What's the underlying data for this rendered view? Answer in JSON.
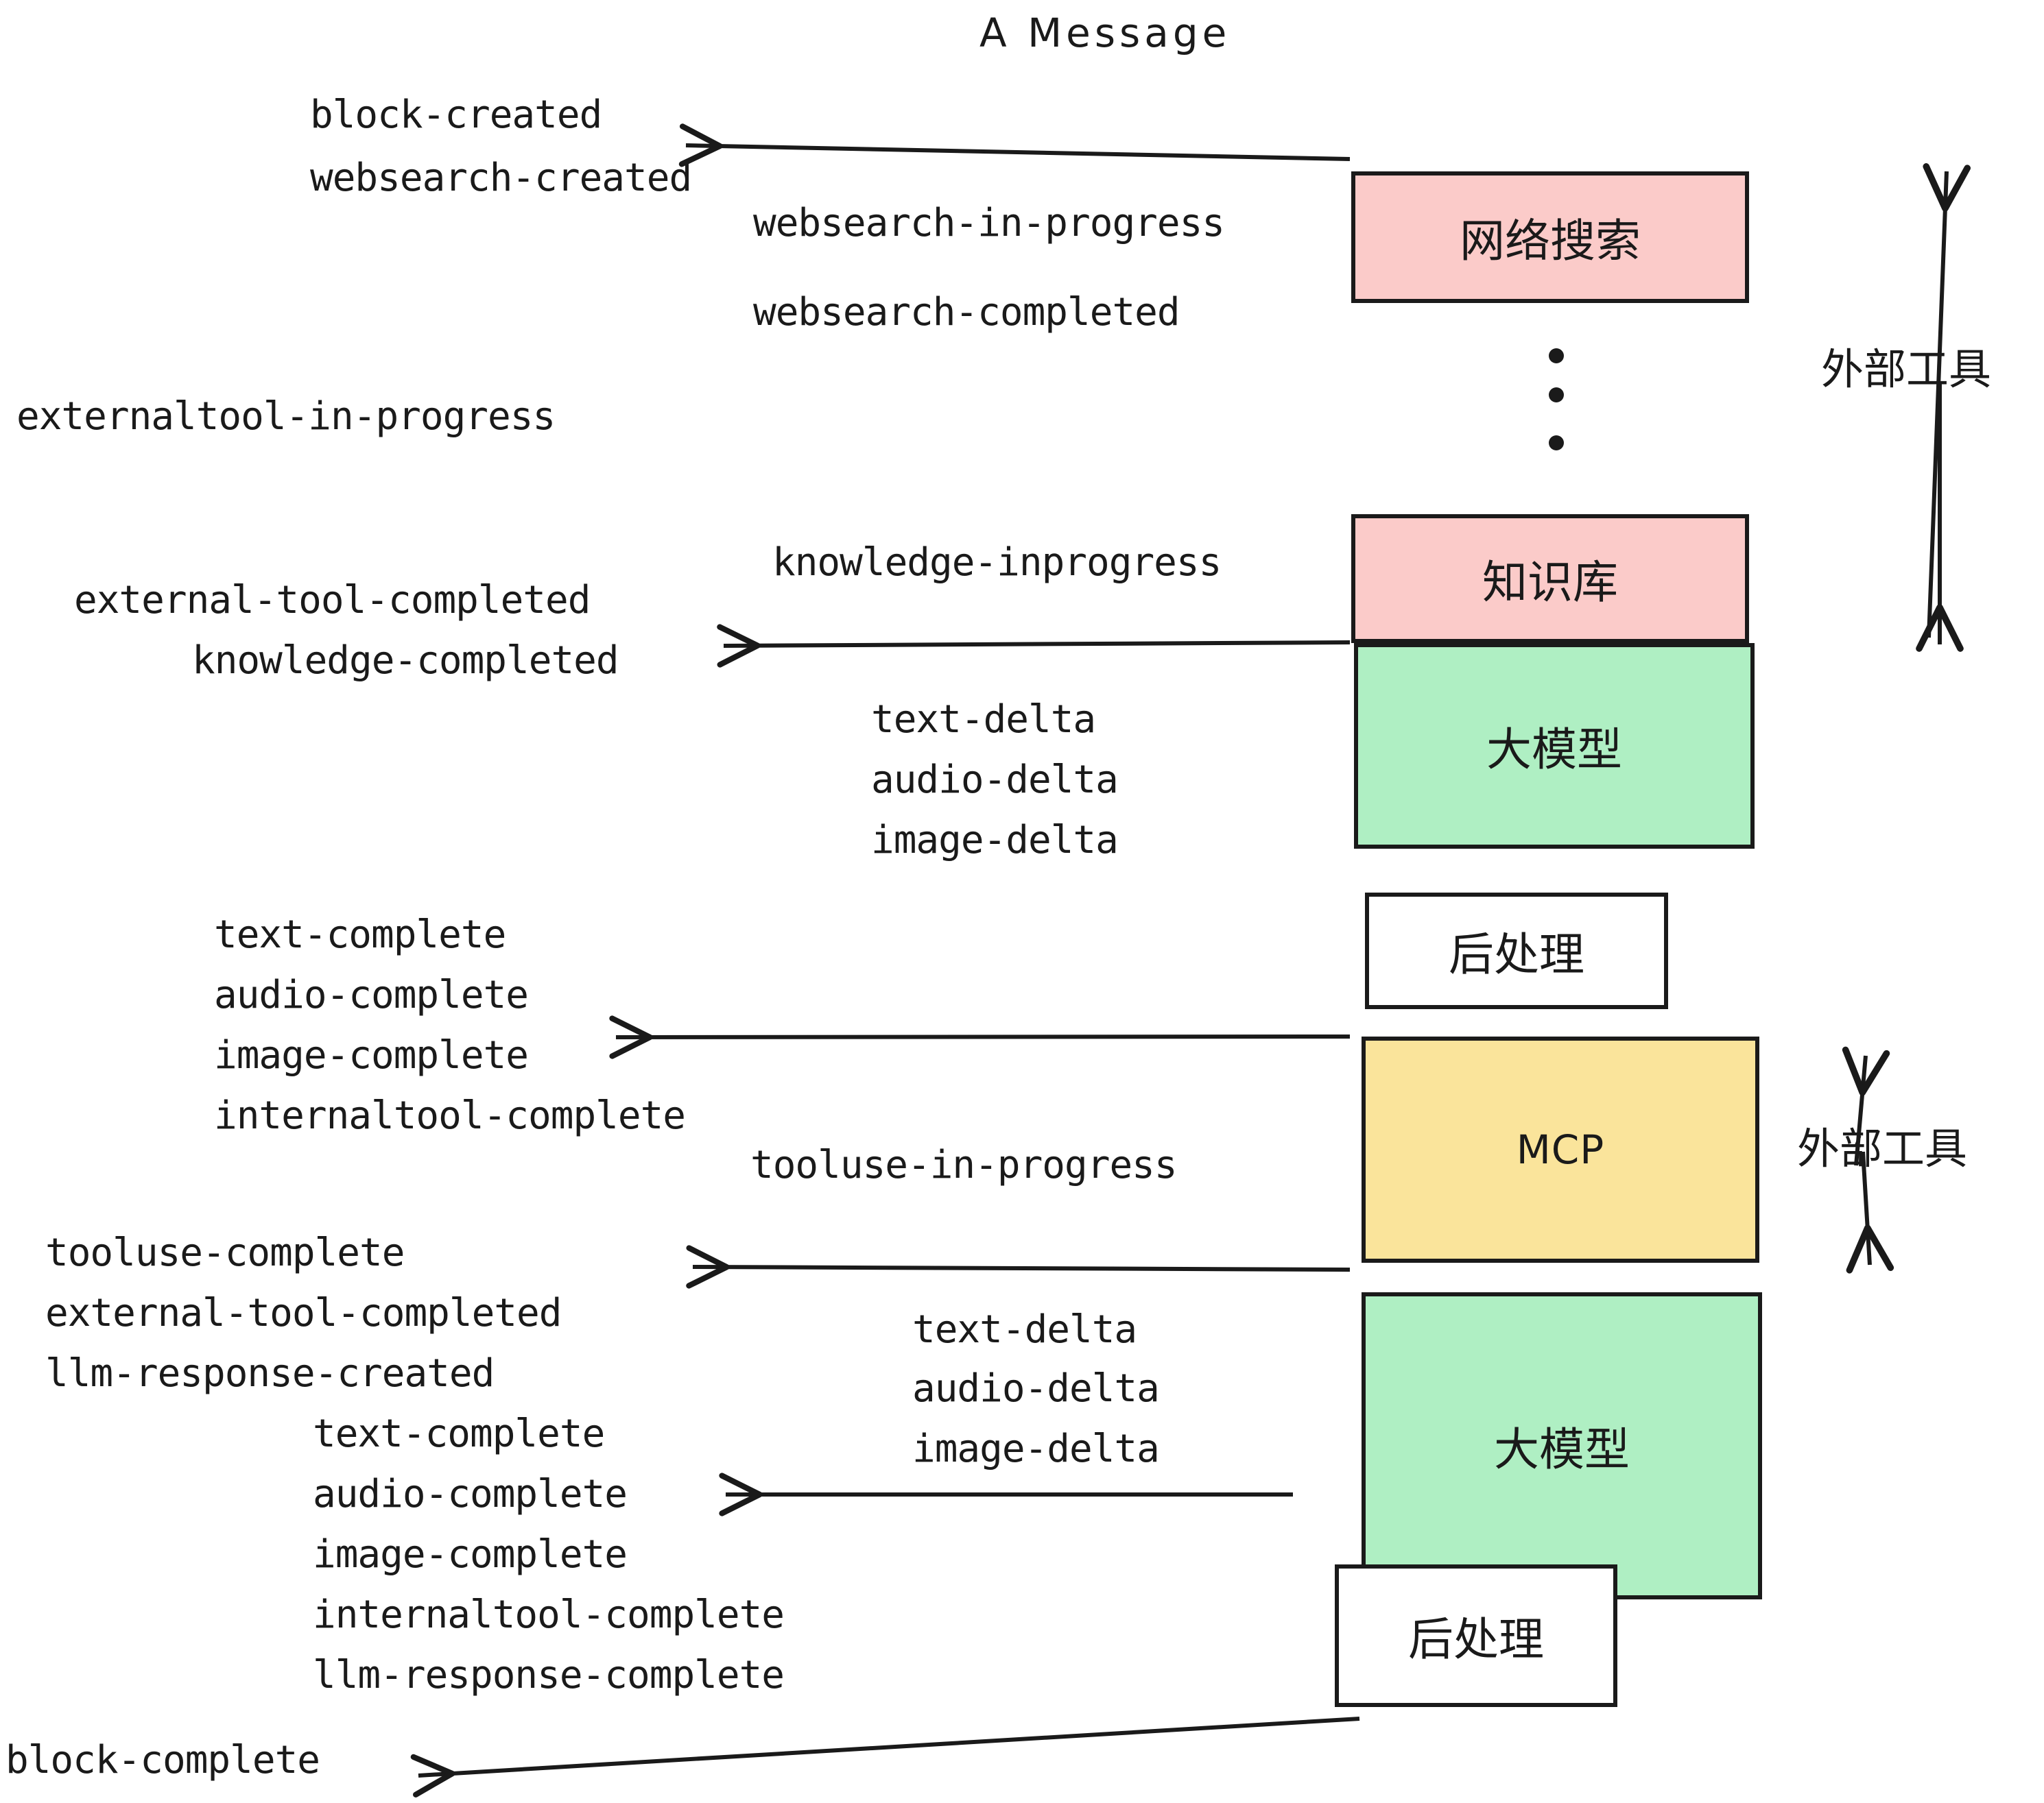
{
  "title": "A Message",
  "colors": {
    "pink": "#FBCBC9",
    "green": "#AFEFC3",
    "yellow": "#FAE49B",
    "white": "#FFFFFF",
    "stroke": "#1a1a1a"
  },
  "nodes": [
    {
      "id": "websearch",
      "label": "网络搜索",
      "fill": "#FBCBC9",
      "script": "cjk"
    },
    {
      "id": "knowledge",
      "label": "知识库",
      "fill": "#FBCBC9",
      "script": "cjk"
    },
    {
      "id": "llm-top",
      "label": "大模型",
      "fill": "#AFEFC3",
      "script": "cjk"
    },
    {
      "id": "post-top",
      "label": "后处理",
      "fill": "#FFFFFF",
      "script": "cjk"
    },
    {
      "id": "mcp",
      "label": "MCP",
      "fill": "#FAE49B",
      "script": "latin"
    },
    {
      "id": "llm-bottom",
      "label": "大模型",
      "fill": "#AFEFC3",
      "script": "cjk"
    },
    {
      "id": "post-bottom",
      "label": "后处理",
      "fill": "#FFFFFF",
      "script": "cjk"
    }
  ],
  "side_labels": [
    {
      "id": "external-tools-upper",
      "label": "外部工具"
    },
    {
      "id": "external-tools-lower",
      "label": "外部工具"
    }
  ],
  "events": [
    {
      "id": "block-created",
      "text": "block-created"
    },
    {
      "id": "websearch-created",
      "text": "websearch-created"
    },
    {
      "id": "websearch-in-progress",
      "text": "websearch-in-progress"
    },
    {
      "id": "websearch-completed",
      "text": "websearch-completed"
    },
    {
      "id": "externaltool-in-progress",
      "text": "externaltool-in-progress"
    },
    {
      "id": "knowledge-inprogress",
      "text": "knowledge-inprogress"
    },
    {
      "id": "external-tool-completed-1",
      "text": "external-tool-completed"
    },
    {
      "id": "knowledge-completed",
      "text": "knowledge-completed"
    },
    {
      "id": "text-delta-1",
      "text": "text-delta"
    },
    {
      "id": "audio-delta-1",
      "text": "audio-delta"
    },
    {
      "id": "image-delta-1",
      "text": "image-delta"
    },
    {
      "id": "text-complete-1",
      "text": "text-complete"
    },
    {
      "id": "audio-complete-1",
      "text": "audio-complete"
    },
    {
      "id": "image-complete-1",
      "text": "image-complete"
    },
    {
      "id": "internaltool-complete-1",
      "text": "internaltool-complete"
    },
    {
      "id": "tooluse-in-progress",
      "text": "tooluse-in-progress"
    },
    {
      "id": "tooluse-complete",
      "text": "tooluse-complete"
    },
    {
      "id": "external-tool-completed-2",
      "text": "external-tool-completed"
    },
    {
      "id": "llm-response-created",
      "text": "llm-response-created"
    },
    {
      "id": "text-complete-2",
      "text": "text-complete"
    },
    {
      "id": "text-delta-2",
      "text": "text-delta"
    },
    {
      "id": "audio-delta-2",
      "text": "audio-delta"
    },
    {
      "id": "image-delta-2",
      "text": "image-delta"
    },
    {
      "id": "audio-complete-2",
      "text": "audio-complete"
    },
    {
      "id": "image-complete-2",
      "text": "image-complete"
    },
    {
      "id": "internaltool-complete-2",
      "text": "internaltool-complete"
    },
    {
      "id": "llm-response-complete",
      "text": "llm-response-complete"
    },
    {
      "id": "block-complete",
      "text": "block-complete"
    }
  ]
}
